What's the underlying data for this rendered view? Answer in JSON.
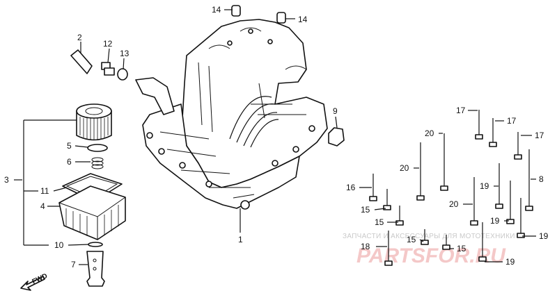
{
  "callouts": {
    "c1": "1",
    "c2": "2",
    "c3": "3",
    "c4": "4",
    "c5": "5",
    "c6": "6",
    "c7": "7",
    "c8": "8",
    "c9": "9",
    "c10": "10",
    "c11": "11",
    "c12": "12",
    "c13": "13",
    "c14a": "14",
    "c14b": "14",
    "c15a": "15",
    "c15b": "15",
    "c15c": "15",
    "c15d": "15",
    "c16": "16",
    "c17a": "17",
    "c17b": "17",
    "c17c": "17",
    "c18": "18",
    "c19a": "19",
    "c19b": "19",
    "c19c": "19",
    "c19d": "19",
    "c20a": "20",
    "c20b": "20",
    "c20c": "20"
  },
  "fwd_label": "FWD",
  "watermark": {
    "caption": "ЗАПЧАСТИ И АКСЕССУАРЫ ДЛЯ МОТОТЕХНИКИ",
    "brand": "PARTSFOR.RU"
  },
  "colors": {
    "ink": "#111111",
    "watermark_text": "#c9c9c9",
    "watermark_brand": "#f4c8c8"
  }
}
